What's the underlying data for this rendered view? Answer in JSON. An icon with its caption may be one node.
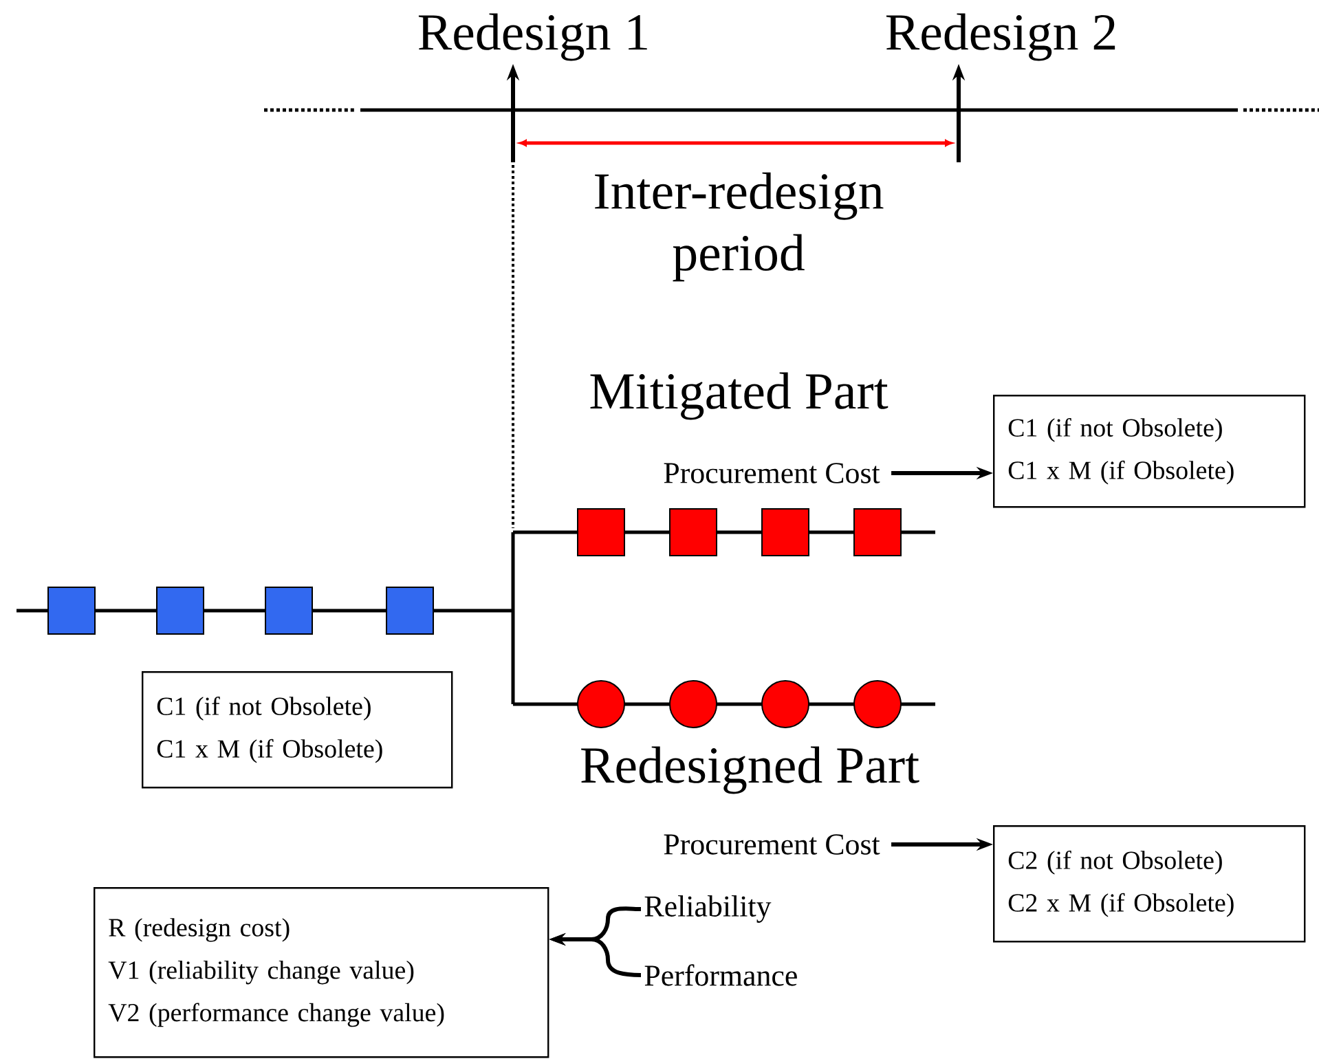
{
  "diagram": {
    "nodes": [
      {
        "text": [
          "Redesign 1"
        ]
      },
      {
        "text": [
          "Redesign 2"
        ]
      },
      {
        "text": [
          "Procurement Cost"
        ]
      },
      {
        "text": [
          "C1 (if not Obsolete)",
          "C1 x M (if Obsolete)"
        ]
      },
      {
        "text": [
          "C1 (if not Obsolete)",
          "C1 x M (if Obsolete)"
        ]
      },
      {
        "text": [
          "Procurement Cost"
        ]
      },
      {
        "text": [
          "C2 (if not Obsolete)",
          "C2 x M (if Obsolete)"
        ]
      },
      {
        "text": [
          "Reliability"
        ]
      },
      {
        "text": [
          "Performance"
        ]
      },
      {
        "text": [
          "R (redesign cost)",
          "V1 (reliability change value)",
          "V2 (performance change value)"
        ]
      }
    ],
    "edges": [
      {
        "from": null,
        "to": 0,
        "arrow": "to"
      },
      {
        "from": null,
        "to": 1,
        "arrow": "to"
      },
      {
        "from": 2,
        "to": 3,
        "arrow": "to"
      },
      {
        "from": 5,
        "to": 6,
        "arrow": "to"
      },
      {
        "from": 7,
        "to": 9,
        "arrow": "to"
      },
      {
        "from": 8,
        "to": 9,
        "arrow": "to"
      }
    ],
    "labels": [
      "Inter-redesign period",
      "Mitigated Part",
      "Redesigned Part"
    ]
  }
}
